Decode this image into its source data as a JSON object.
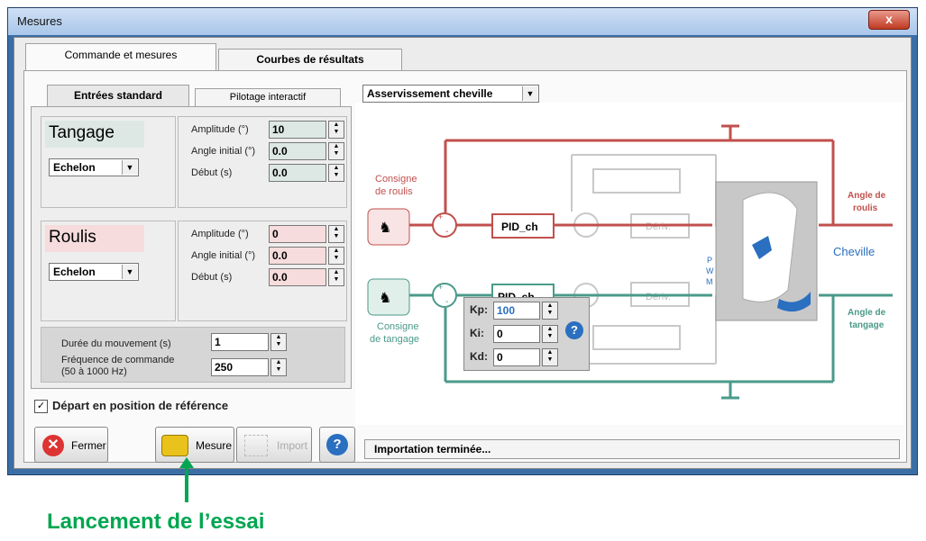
{
  "window": {
    "title": "Mesures",
    "close_label": "x"
  },
  "tabs": {
    "main": [
      "Commande et mesures",
      "Courbes de résultats"
    ],
    "sub": [
      "Entrées standard",
      "Pilotage interactif"
    ]
  },
  "tangage": {
    "title": "Tangage",
    "mode": "Echelon",
    "amplitude_label": "Amplitude (°)",
    "amplitude": "10",
    "angle_label": "Angle initial (°)",
    "angle": "0.0",
    "debut_label": "Début (s)",
    "debut": "0.0"
  },
  "roulis": {
    "title": "Roulis",
    "mode": "Echelon",
    "amplitude_label": "Amplitude (°)",
    "amplitude": "0",
    "angle_label": "Angle initial (°)",
    "angle": "0.0",
    "debut_label": "Début (s)",
    "debut": "0.0"
  },
  "duree": {
    "label": "Durée du mouvement (s)",
    "value": "1"
  },
  "frequence": {
    "label1": "Fréquence de commande",
    "label2": "(50 à 1000 Hz)",
    "value": "250"
  },
  "depart": {
    "label": "Départ en position de référence",
    "checked": true,
    "mark": "✓"
  },
  "buttons": {
    "fermer": "Fermer",
    "mesure": "Mesure",
    "import": "Import",
    "help": "?"
  },
  "asservissement": {
    "selected": "Asservissement cheville"
  },
  "diagram": {
    "consigne_roulis": [
      "Consigne",
      "de roulis"
    ],
    "consigne_tangage": [
      "Consigne",
      "de tangage"
    ],
    "pid_top": "PID_ch",
    "pid_bottom": "PID_ch",
    "deriv": "Dériv.",
    "pwm": [
      "P",
      "W",
      "M"
    ],
    "cheville": "Cheville",
    "angle_roulis": [
      "Angle de",
      "roulis"
    ],
    "angle_tangage": [
      "Angle de",
      "tangage"
    ],
    "plus": "+",
    "minus": "-"
  },
  "pid_params": {
    "kp_label": "Kp:",
    "kp": "100",
    "ki_label": "Ki:",
    "ki": "0",
    "kd_label": "Kd:",
    "kd": "0"
  },
  "status": "Importation terminée...",
  "annotation": "Lancement de l’essai",
  "colors": {
    "roulis": "#c0504d",
    "tangage": "#4a9a8a",
    "annotation": "#00a650"
  }
}
